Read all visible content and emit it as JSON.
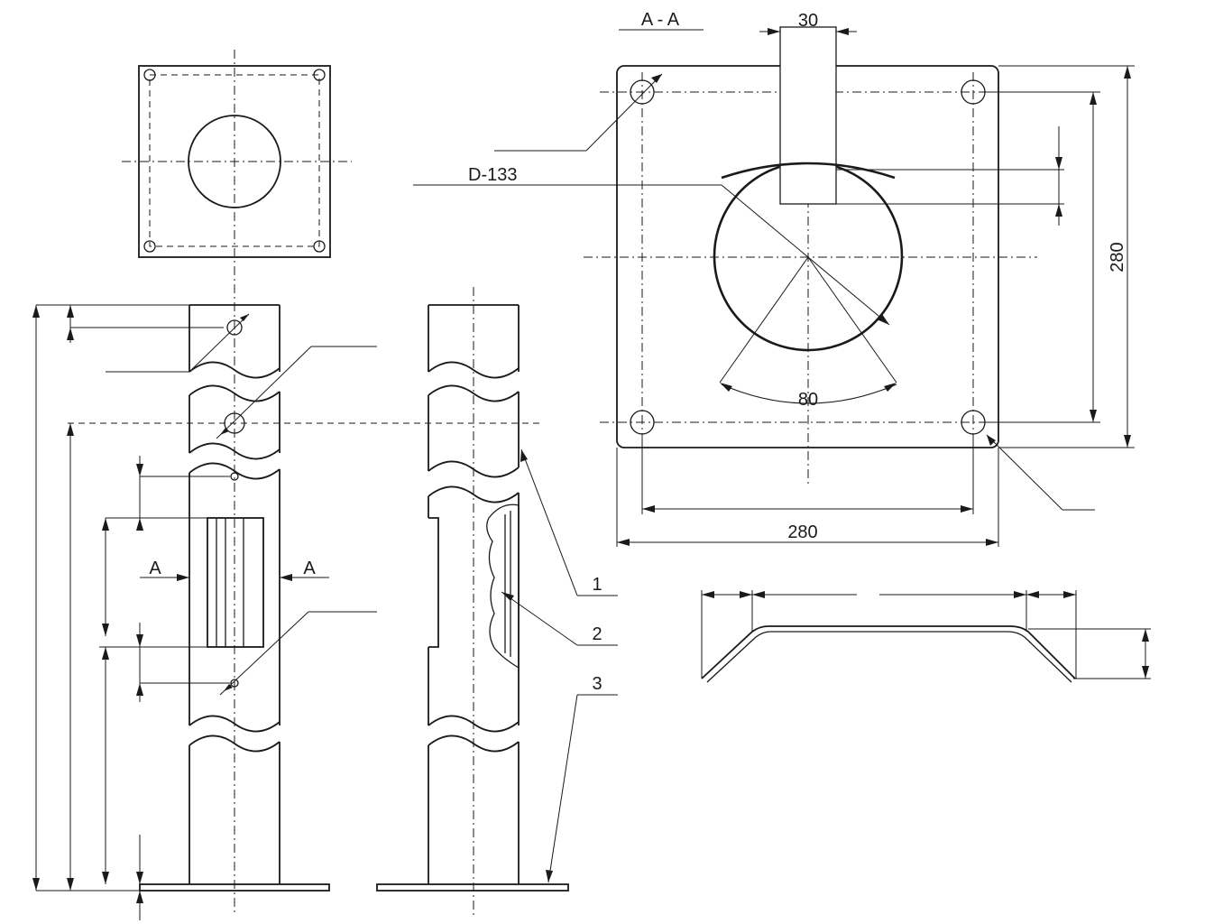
{
  "drawing": {
    "section_label": "A - A",
    "cut_marker_left": "A",
    "cut_marker_right": "A",
    "diameter_label": "D-133",
    "dim_slot_width": "30",
    "dim_plate_height": "280",
    "dim_plate_width": "280",
    "dim_angle_width": "80",
    "callouts": [
      "1",
      "2",
      "3"
    ]
  }
}
